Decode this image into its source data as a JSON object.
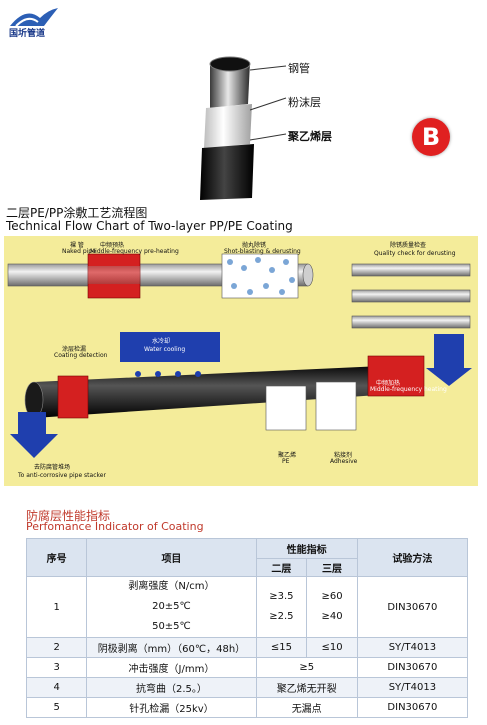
{
  "logo": {
    "text": "国圻管道",
    "icon": "bird-logo-icon"
  },
  "photo": {
    "callouts": [
      "钢管",
      "粉沫层",
      "聚乙烯层"
    ],
    "badge": "B"
  },
  "titles": {
    "cn": "二层PE/PP涂敷工艺流程图",
    "en": "Technical Flow Chart of Two-layer PP/PE Coating"
  },
  "flow": {
    "steps": {
      "naked": [
        "裸 管",
        "Naked pipe"
      ],
      "preheat": [
        "中频预热",
        "Middle-frequency pre-heating"
      ],
      "blast": [
        "抛丸除锈",
        "Shot-blasting & derusting"
      ],
      "quality": [
        "除锈质量检查",
        "Quality check for derusting"
      ],
      "cooling": [
        "水冷却",
        "Water cooling"
      ],
      "detection": [
        "涂层检漏",
        "Coating detection"
      ],
      "heating": [
        "中频加热",
        "Middle-frequency heating"
      ],
      "pe": [
        "聚乙烯",
        "PE"
      ],
      "adhesive": [
        "粘接剂",
        "Adhesive"
      ],
      "stacker": [
        "去防腐管堆场",
        "To anti-corrosive pipe stacker"
      ]
    }
  },
  "performance": {
    "title_cn": "防腐层性能指标",
    "title_en": "Perfomance Indicator of Coating",
    "headers": {
      "no": "序号",
      "item": "项目",
      "indicator": "性能指标",
      "two": "二层",
      "three": "三层",
      "method": "试验方法"
    },
    "rows": [
      {
        "no": "1",
        "item": [
          "剥离强度（N/cm）",
          "20±5℃",
          "50±5℃"
        ],
        "two": [
          "≥3.5",
          "≥2.5"
        ],
        "three": [
          "≥60",
          "≥40"
        ],
        "method": "DIN30670"
      },
      {
        "no": "2",
        "item": [
          "阴极剥离（mm）（60℃，48h）"
        ],
        "two": [
          "≤15"
        ],
        "three": [
          "≤10"
        ],
        "method": "SY/T4013"
      },
      {
        "no": "3",
        "item": [
          "冲击强度（J/mm）"
        ],
        "merged": "≥5",
        "method": "DIN30670"
      },
      {
        "no": "4",
        "item": [
          "抗弯曲（2.5。）"
        ],
        "merged": "聚乙烯无开裂",
        "method": "SY/T4013"
      },
      {
        "no": "5",
        "item": [
          "针孔检漏（25kv）"
        ],
        "merged": "无漏点",
        "method": "DIN30670"
      }
    ]
  }
}
